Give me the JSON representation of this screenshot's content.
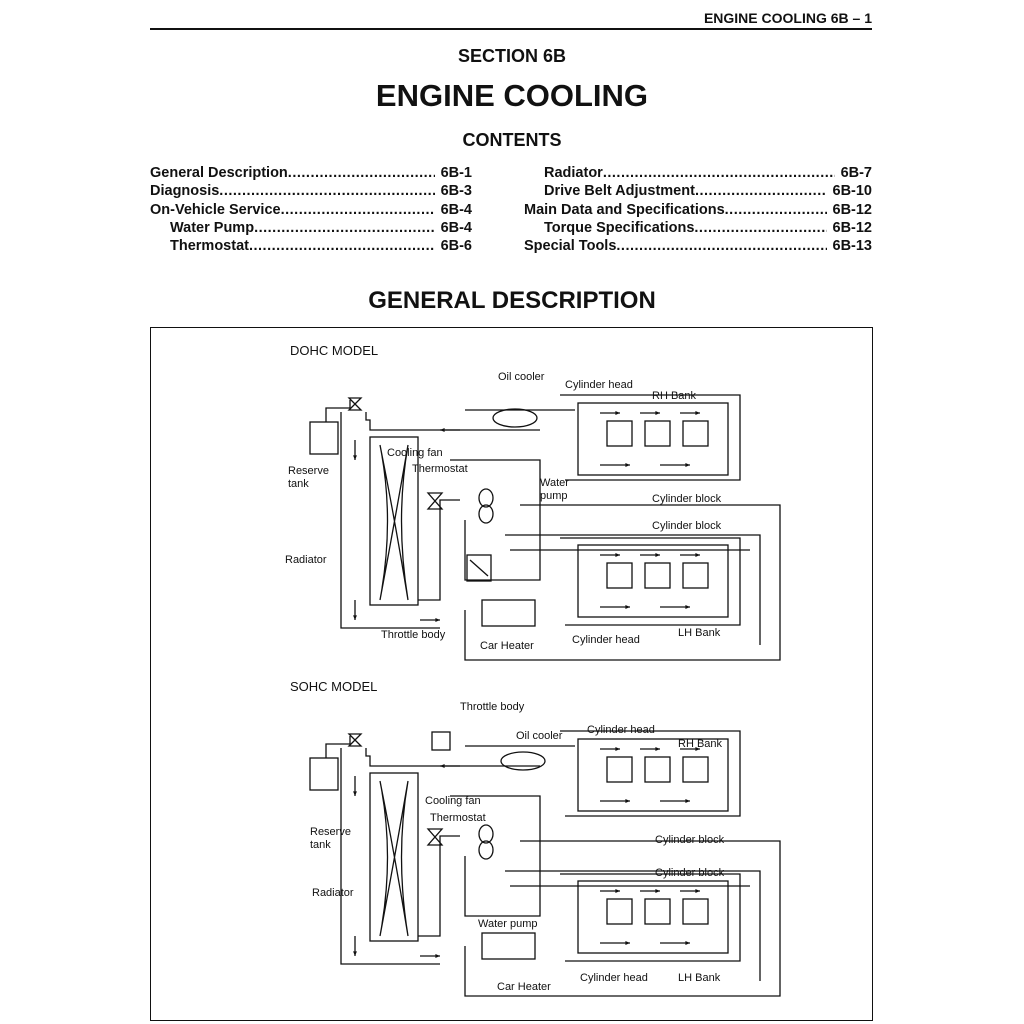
{
  "header": {
    "running_title": "ENGINE COOLING 6B – 1"
  },
  "section": "SECTION 6B",
  "title": "ENGINE COOLING",
  "contents_heading": "CONTENTS",
  "toc_left": [
    {
      "title": "General Description",
      "page": "6B-1",
      "indent": false
    },
    {
      "title": "Diagnosis",
      "page": "6B-3",
      "indent": false
    },
    {
      "title": "On-Vehicle Service",
      "page": "6B-4",
      "indent": false
    },
    {
      "title": "Water Pump",
      "page": "6B-4",
      "indent": true
    },
    {
      "title": "Thermostat",
      "page": "6B-6",
      "indent": true
    }
  ],
  "toc_right": [
    {
      "title": "Radiator",
      "page": "6B-7",
      "indent": true
    },
    {
      "title": "Drive Belt Adjustment",
      "page": "6B-10",
      "indent": true
    },
    {
      "title": "Main Data and Specifications",
      "page": "6B-12",
      "indent": false
    },
    {
      "title": "Torque Specifications",
      "page": "6B-12",
      "indent": true
    },
    {
      "title": "Special Tools",
      "page": "6B-13",
      "indent": false
    }
  ],
  "general_heading": "GENERAL DESCRIPTION",
  "dohc": {
    "model": "DOHC MODEL",
    "labels": {
      "oil_cooler": "Oil cooler",
      "cyl_head_top": "Cylinder head",
      "rh_bank": "RH Bank",
      "cooling_fan": "Cooling fan",
      "thermostat": "Thermostat",
      "reserve": "Reserve",
      "tank": "tank",
      "water": "Water",
      "pump": "pump",
      "cyl_block_1": "Cylinder block",
      "cyl_block_2": "Cylinder block",
      "radiator": "Radiator",
      "throttle_body": "Throttle body",
      "car_heater": "Car Heater",
      "cyl_head_bottom": "Cylinder head",
      "lh_bank": "LH Bank"
    }
  },
  "sohc": {
    "model": "SOHC MODEL",
    "labels": {
      "throttle_body": "Throttle body",
      "oil_cooler": "Oil cooler",
      "cyl_head_top": "Cylinder head",
      "rh_bank": "RH Bank",
      "cooling_fan": "Cooling fan",
      "thermostat": "Thermostat",
      "reserve": "Reserve",
      "tank": "tank",
      "cyl_block_1": "Cylinder block",
      "radiator": "Radiator",
      "cyl_block_2": "Cylinder block",
      "water_pump": "Water pump",
      "car_heater": "Car Heater",
      "cyl_head_bottom": "Cylinder head",
      "lh_bank": "LH Bank"
    }
  }
}
